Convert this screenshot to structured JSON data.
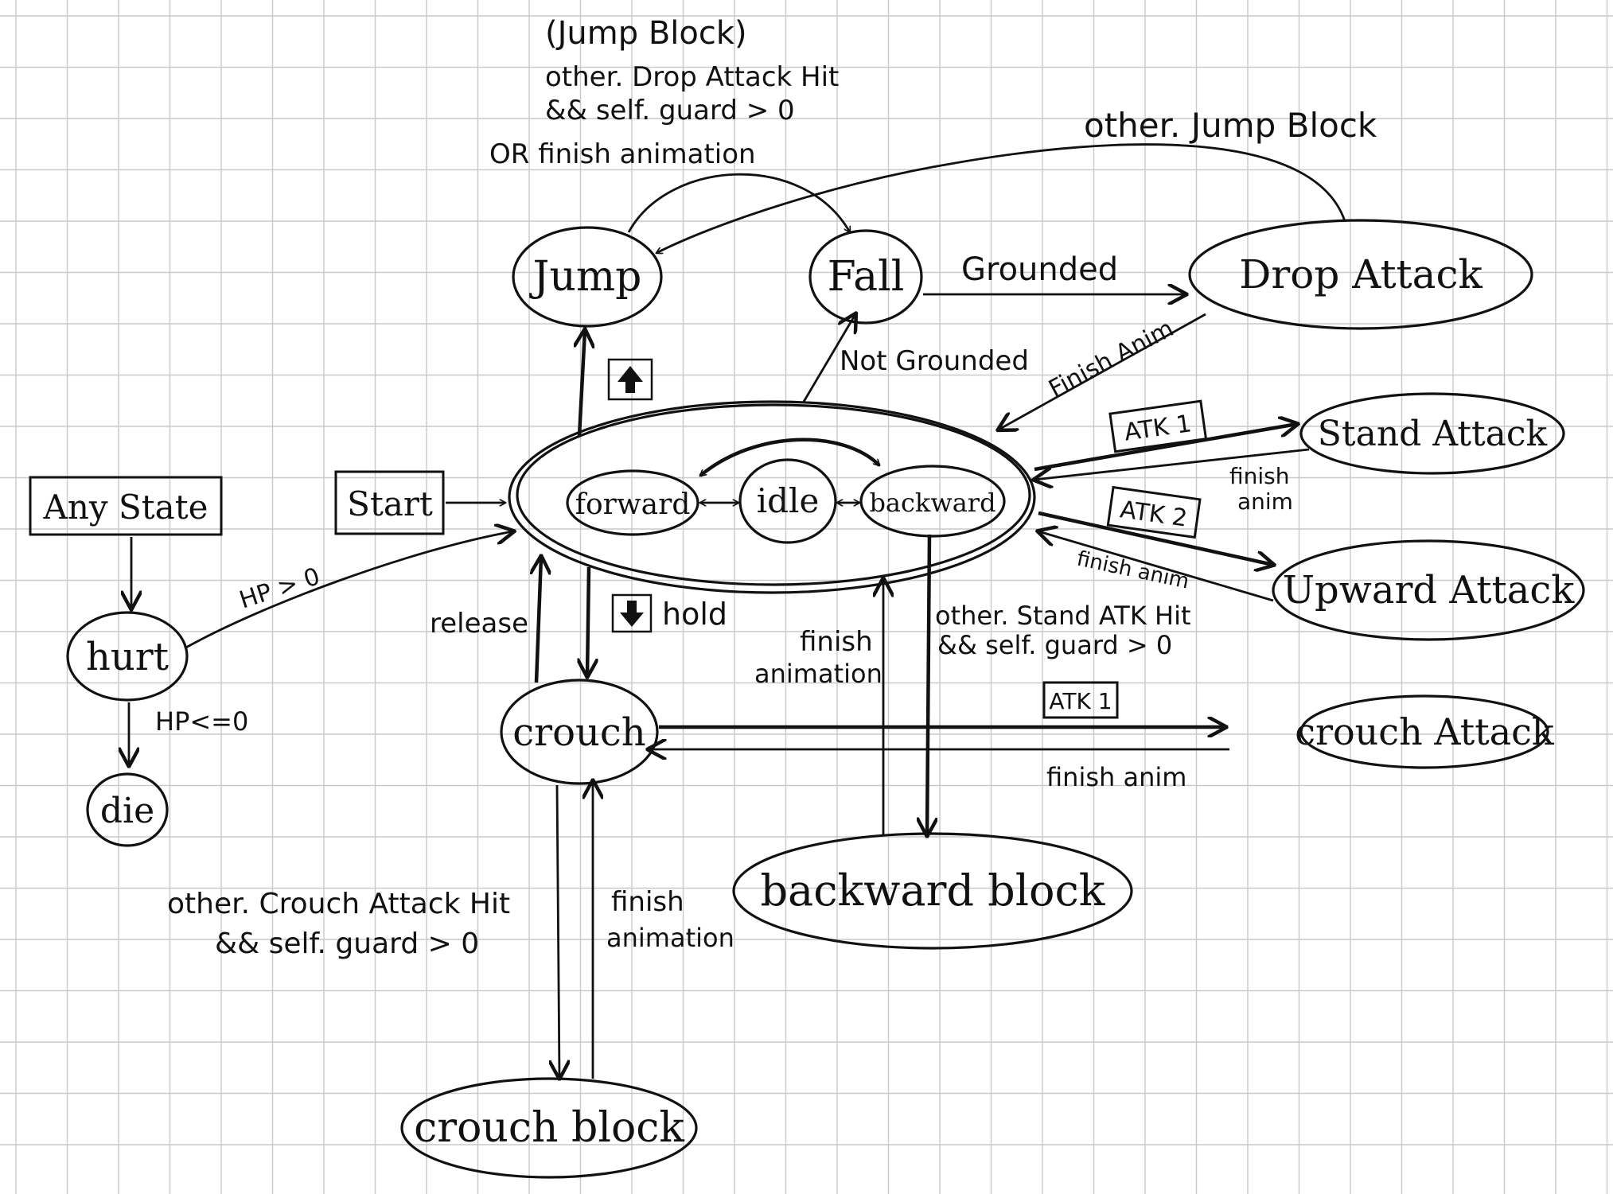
{
  "states": {
    "jump": "Jump",
    "fall": "Fall",
    "drop_attack": "Drop Attack",
    "stand_attack": "Stand Attack",
    "upward_attack": "Upward Attack",
    "crouch_attack": "crouch Attack",
    "forward": "forward",
    "idle": "idle",
    "backward": "backward",
    "hurt": "hurt",
    "die": "die",
    "crouch": "crouch",
    "backward_block": "backward block",
    "crouch_block": "crouch block"
  },
  "boxes": {
    "any_state": "Any State",
    "start": "Start",
    "atk1_stand": "ATK 1",
    "atk2": "ATK 2",
    "atk1_crouch": "ATK 1"
  },
  "labels": {
    "jump_block_header": "(Jump Block)",
    "drop_hit_line1": "other. Drop Attack Hit",
    "drop_hit_line2": "&& self. guard > 0",
    "or_finish": "OR finish animation",
    "other_jump_block": "other. Jump Block",
    "grounded": "Grounded",
    "not_grounded": "Not Grounded",
    "finish_anim_drop": "Finish Anim",
    "finish_anim_stand_1": "finish",
    "finish_anim_stand_2": "anim",
    "finish_anim_upward": "finish anim",
    "hp_gt_0": "HP > 0",
    "hp_le_0": "HP<=0",
    "release": "release",
    "hold": "hold",
    "finish_animation_bb_1": "finish",
    "finish_animation_bb_2": "animation",
    "stand_hit_line1": "other. Stand ATK Hit",
    "stand_hit_line2": "&& self. guard > 0",
    "finish_anim_crouch": "finish anim",
    "crouch_hit_line1": "other. Crouch Attack Hit",
    "crouch_hit_line2": "&& self. guard > 0",
    "finish_animation_cb_1": "finish",
    "finish_animation_cb_2": "animation"
  },
  "icons": {
    "up_key": "up-arrow-key-icon",
    "down_key": "down-arrow-key-icon"
  },
  "colors": {
    "ink": "#111111",
    "grid": "#c9c9c9",
    "paper": "#ffffff"
  }
}
